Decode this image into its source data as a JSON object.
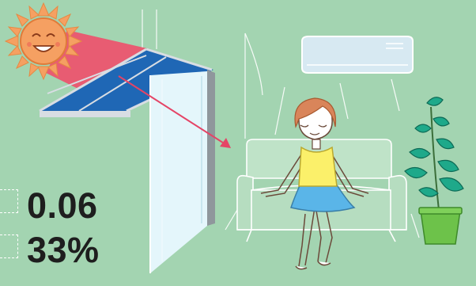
{
  "stats": {
    "value_1": "0.06",
    "value_2": "33%"
  },
  "colors": {
    "background": "#a3d4b1",
    "sun": "#f5a062",
    "sun_ray_beam": "#e85c72",
    "awning_blue": "#1f67b5",
    "awning_frame": "#d8dde3",
    "glass": "#e4f6fb",
    "arrow": "#e54466",
    "shirt": "#fbf06a",
    "skirt": "#5ab5e8",
    "hair": "#d9855a",
    "pot": "#6dc24a",
    "leaves": "#1ea98a",
    "air_conditioner": "#d7e9f2"
  },
  "icons": [
    "sun-icon",
    "air-conditioner-icon",
    "plant-icon",
    "sofa-icon",
    "girl-figure",
    "awning-icon",
    "window-icon",
    "arrow-icon"
  ]
}
